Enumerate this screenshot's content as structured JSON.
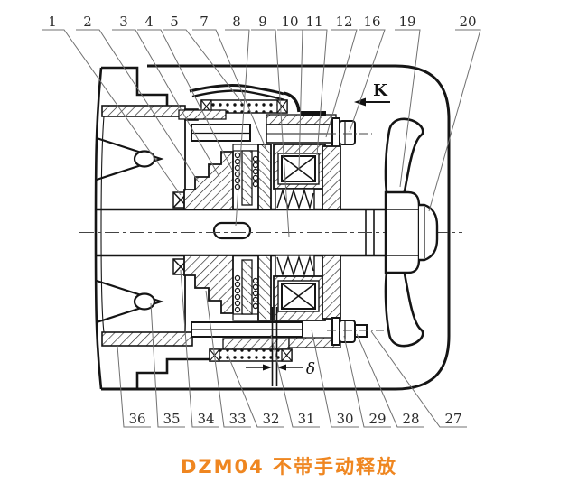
{
  "figure": {
    "caption": "DZM04 不带手动释放",
    "view_label": "K",
    "gap_label": "δ",
    "callouts_top": [
      "1",
      "2",
      "3",
      "4",
      "5",
      "7",
      "8",
      "9",
      "10",
      "11",
      "12",
      "16",
      "19",
      "20"
    ],
    "callouts_bottom": [
      "36",
      "35",
      "34",
      "33",
      "32",
      "31",
      "30",
      "29",
      "28",
      "27"
    ]
  },
  "colors": {
    "caption_orange": "#EF8620",
    "drawing_line": "#151515",
    "leader_line": "#707070"
  }
}
